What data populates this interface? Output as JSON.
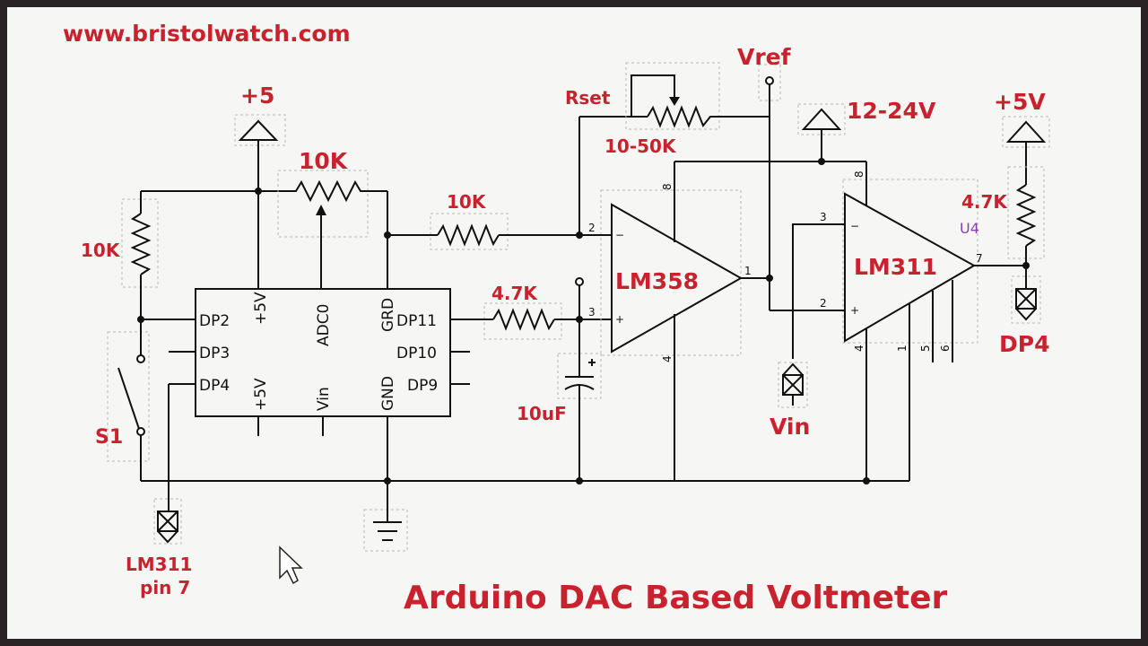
{
  "website": "www.bristolwatch.com",
  "title": "Arduino DAC Based Voltmeter",
  "supplies": {
    "plus5": "+5",
    "plus5v": "+5V",
    "supply": "12-24V",
    "vref": "Vref"
  },
  "resistors": {
    "r10k_left": "10K",
    "pot10k": "10K",
    "r10k_mid": "10K",
    "r4k7_mid": "4.7K",
    "rset_pot": "10-50K",
    "rset_label": "Rset",
    "r4k7_right": "4.7K"
  },
  "capacitor": "10uF",
  "switch": "S1",
  "opamp": {
    "name": "LM358",
    "pins": [
      "8",
      "2",
      "3",
      "1",
      "4"
    ]
  },
  "comparator": {
    "name": "LM311",
    "ref": "U4",
    "pins": [
      "8",
      "3",
      "2",
      "7",
      "4",
      "1",
      "5",
      "6"
    ]
  },
  "arduino": {
    "left_pins": [
      "DP2",
      "DP3",
      "DP4"
    ],
    "top_pins": [
      "+5V",
      "ADC0",
      "GRD"
    ],
    "bottom_pins": [
      "+5V",
      "Vin",
      "GND"
    ],
    "right_pins": [
      "DP11",
      "DP10",
      "DP9"
    ]
  },
  "connectors": {
    "dp4": "DP4",
    "vin": "Vin",
    "lm311_line1": "LM311",
    "lm311_line2": "pin 7"
  }
}
